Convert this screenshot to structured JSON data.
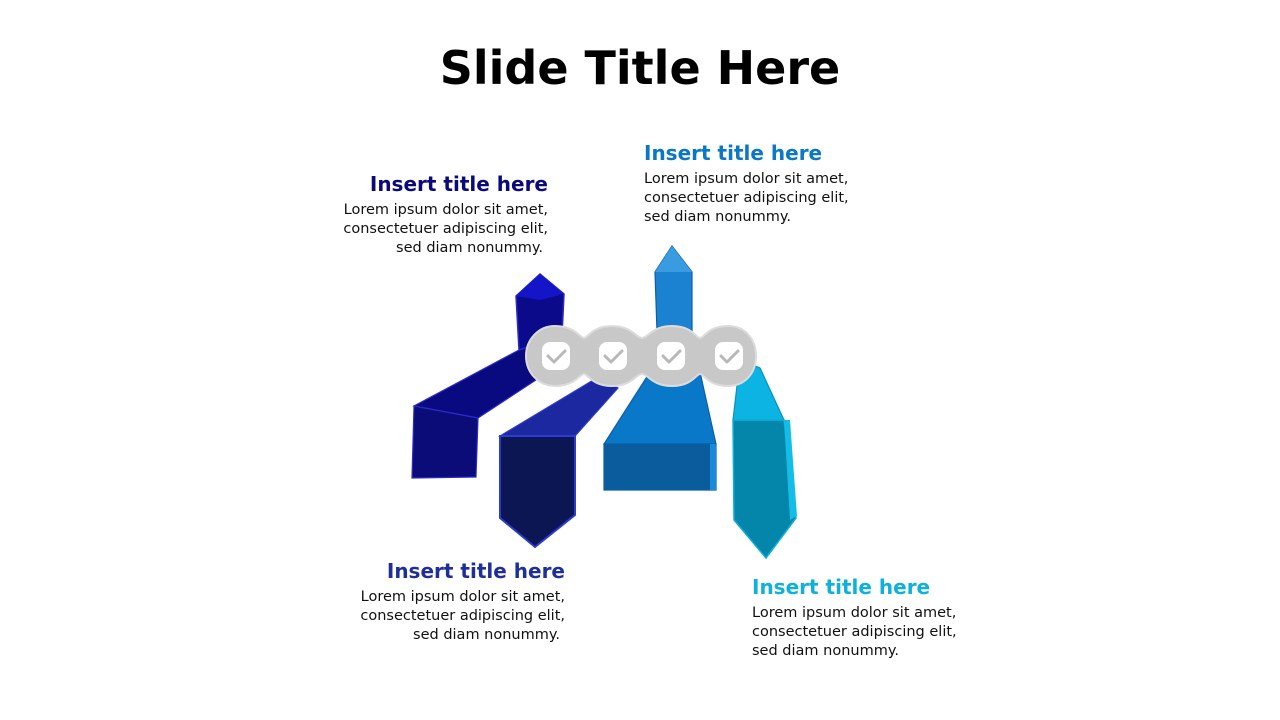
{
  "slide": {
    "title": "Slide Title Here"
  },
  "items": [
    {
      "title": "Insert title here",
      "lines": [
        "Lorem ipsum dolor sit amet,",
        "consectetuer adipiscing elit,",
        "sed diam nonummy."
      ],
      "color": "#0a0a7a"
    },
    {
      "title": "Insert title here",
      "lines": [
        "Lorem ipsum dolor sit amet,",
        "consectetuer adipiscing elit,",
        "sed diam nonummy."
      ],
      "color": "#1f2f9a"
    },
    {
      "title": "Insert title here",
      "lines": [
        "Lorem ipsum dolor sit amet,",
        "consectetuer adipiscing elit,",
        "sed diam nonummy."
      ],
      "color": "#0a78c4"
    },
    {
      "title": "Insert title here",
      "lines": [
        "Lorem ipsum dolor sit amet,",
        "consectetuer adipiscing elit,",
        "sed diam nonummy."
      ],
      "color": "#0fb0dc"
    }
  ],
  "connector": {
    "icon": "check-icon",
    "count": 4,
    "color": "#c8c8c8"
  }
}
